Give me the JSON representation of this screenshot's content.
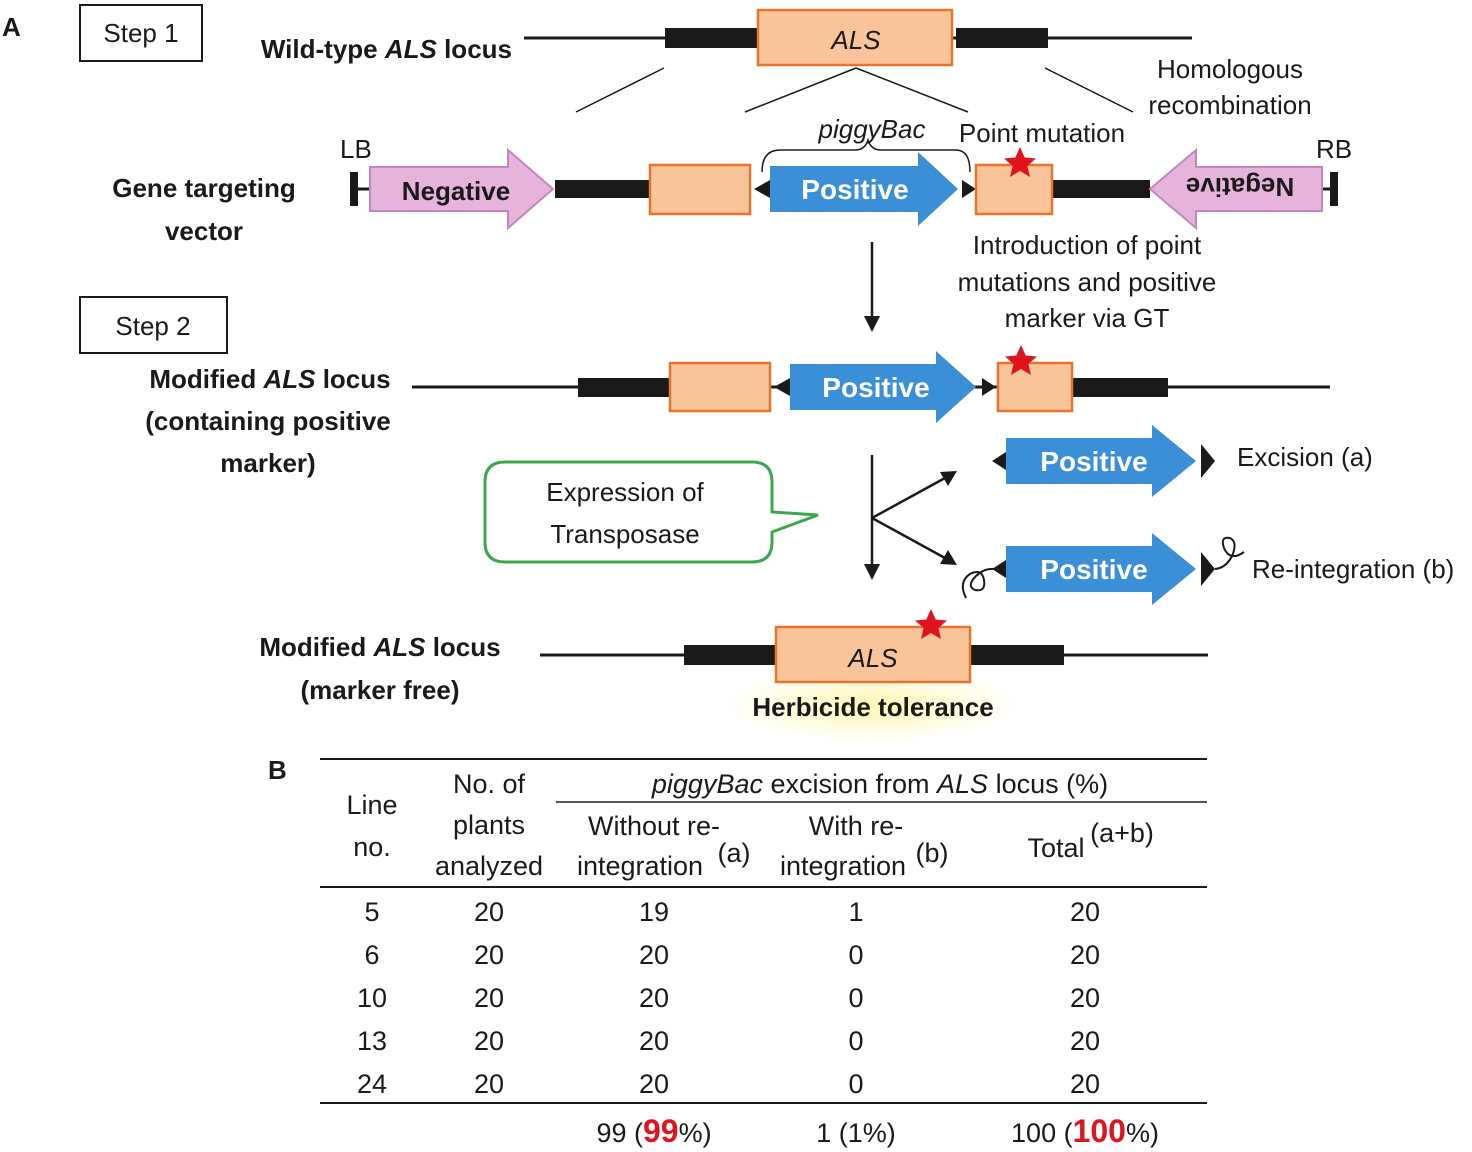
{
  "panel_a": {
    "label": "A",
    "step1": "Step 1",
    "step2": "Step 2",
    "wild_type_prefix": "Wild-type ",
    "gene": "ALS",
    "locus_suffix": " locus",
    "homologous_line1": "Homologous",
    "homologous_line2": "recombination",
    "piggybac": "piggyBac",
    "point_mutation": "Point mutation",
    "lb": "LB",
    "rb": "RB",
    "vector_line1": "Gene targeting",
    "vector_line2": "vector",
    "negative": "Negative",
    "positive": "Positive",
    "intro_line1": "Introduction of point",
    "intro_line2": "mutations and positive",
    "intro_line3": "marker via GT",
    "modified_prefix": "Modified ",
    "containing_line2": "(containing positive",
    "containing_line3": "marker)",
    "expression_line1": "Expression  of",
    "expression_line2": "Transposase",
    "excision": "Excision (a)",
    "reintegration": "Re-integration (b)",
    "marker_free": "(marker free)",
    "herbicide": "Herbicide  tolerance",
    "colors": {
      "als_fill": "#f9c49a",
      "als_stroke": "#e8732a",
      "positive": "#3a8fd6",
      "negative_fill": "#e6b3dc",
      "negative_stroke": "#c586bd",
      "callout": "#3aa84a",
      "star": "#e0141e",
      "glow": "#fff4a8"
    }
  },
  "panel_b": {
    "label": "B",
    "col_line_1": "Line",
    "col_line_2": "no.",
    "col_plants_1": "No. of",
    "col_plants_2": "plants",
    "col_plants_3": "analyzed",
    "span_italic": "piggyBac",
    "span_mid": " excision from ",
    "span_gene": "ALS",
    "span_end": " locus (%)",
    "sub_a_1": "Without re-",
    "sub_a_2": "integration ",
    "sub_a_sup": "(a)",
    "sub_b_1": "With re-",
    "sub_b_2": "integration",
    "sub_b_sup": "(b)",
    "sub_total": "Total ",
    "sub_total_sup": "(a+b)",
    "rows": [
      {
        "line": "5",
        "plants": "20",
        "a": "19",
        "b": "1",
        "total": "20"
      },
      {
        "line": "6",
        "plants": "20",
        "a": "20",
        "b": "0",
        "total": "20"
      },
      {
        "line": "10",
        "plants": "20",
        "a": "20",
        "b": "0",
        "total": "20"
      },
      {
        "line": "13",
        "plants": "20",
        "a": "20",
        "b": "0",
        "total": "20"
      },
      {
        "line": "24",
        "plants": "20",
        "a": "20",
        "b": "0",
        "total": "20"
      }
    ],
    "sum_a_pre": "99 (",
    "sum_a_hi": "99",
    "sum_a_post": "%)",
    "sum_b": "1 (1%)",
    "sum_t_pre": "100 (",
    "sum_t_hi": "100",
    "sum_t_post": "%)"
  }
}
